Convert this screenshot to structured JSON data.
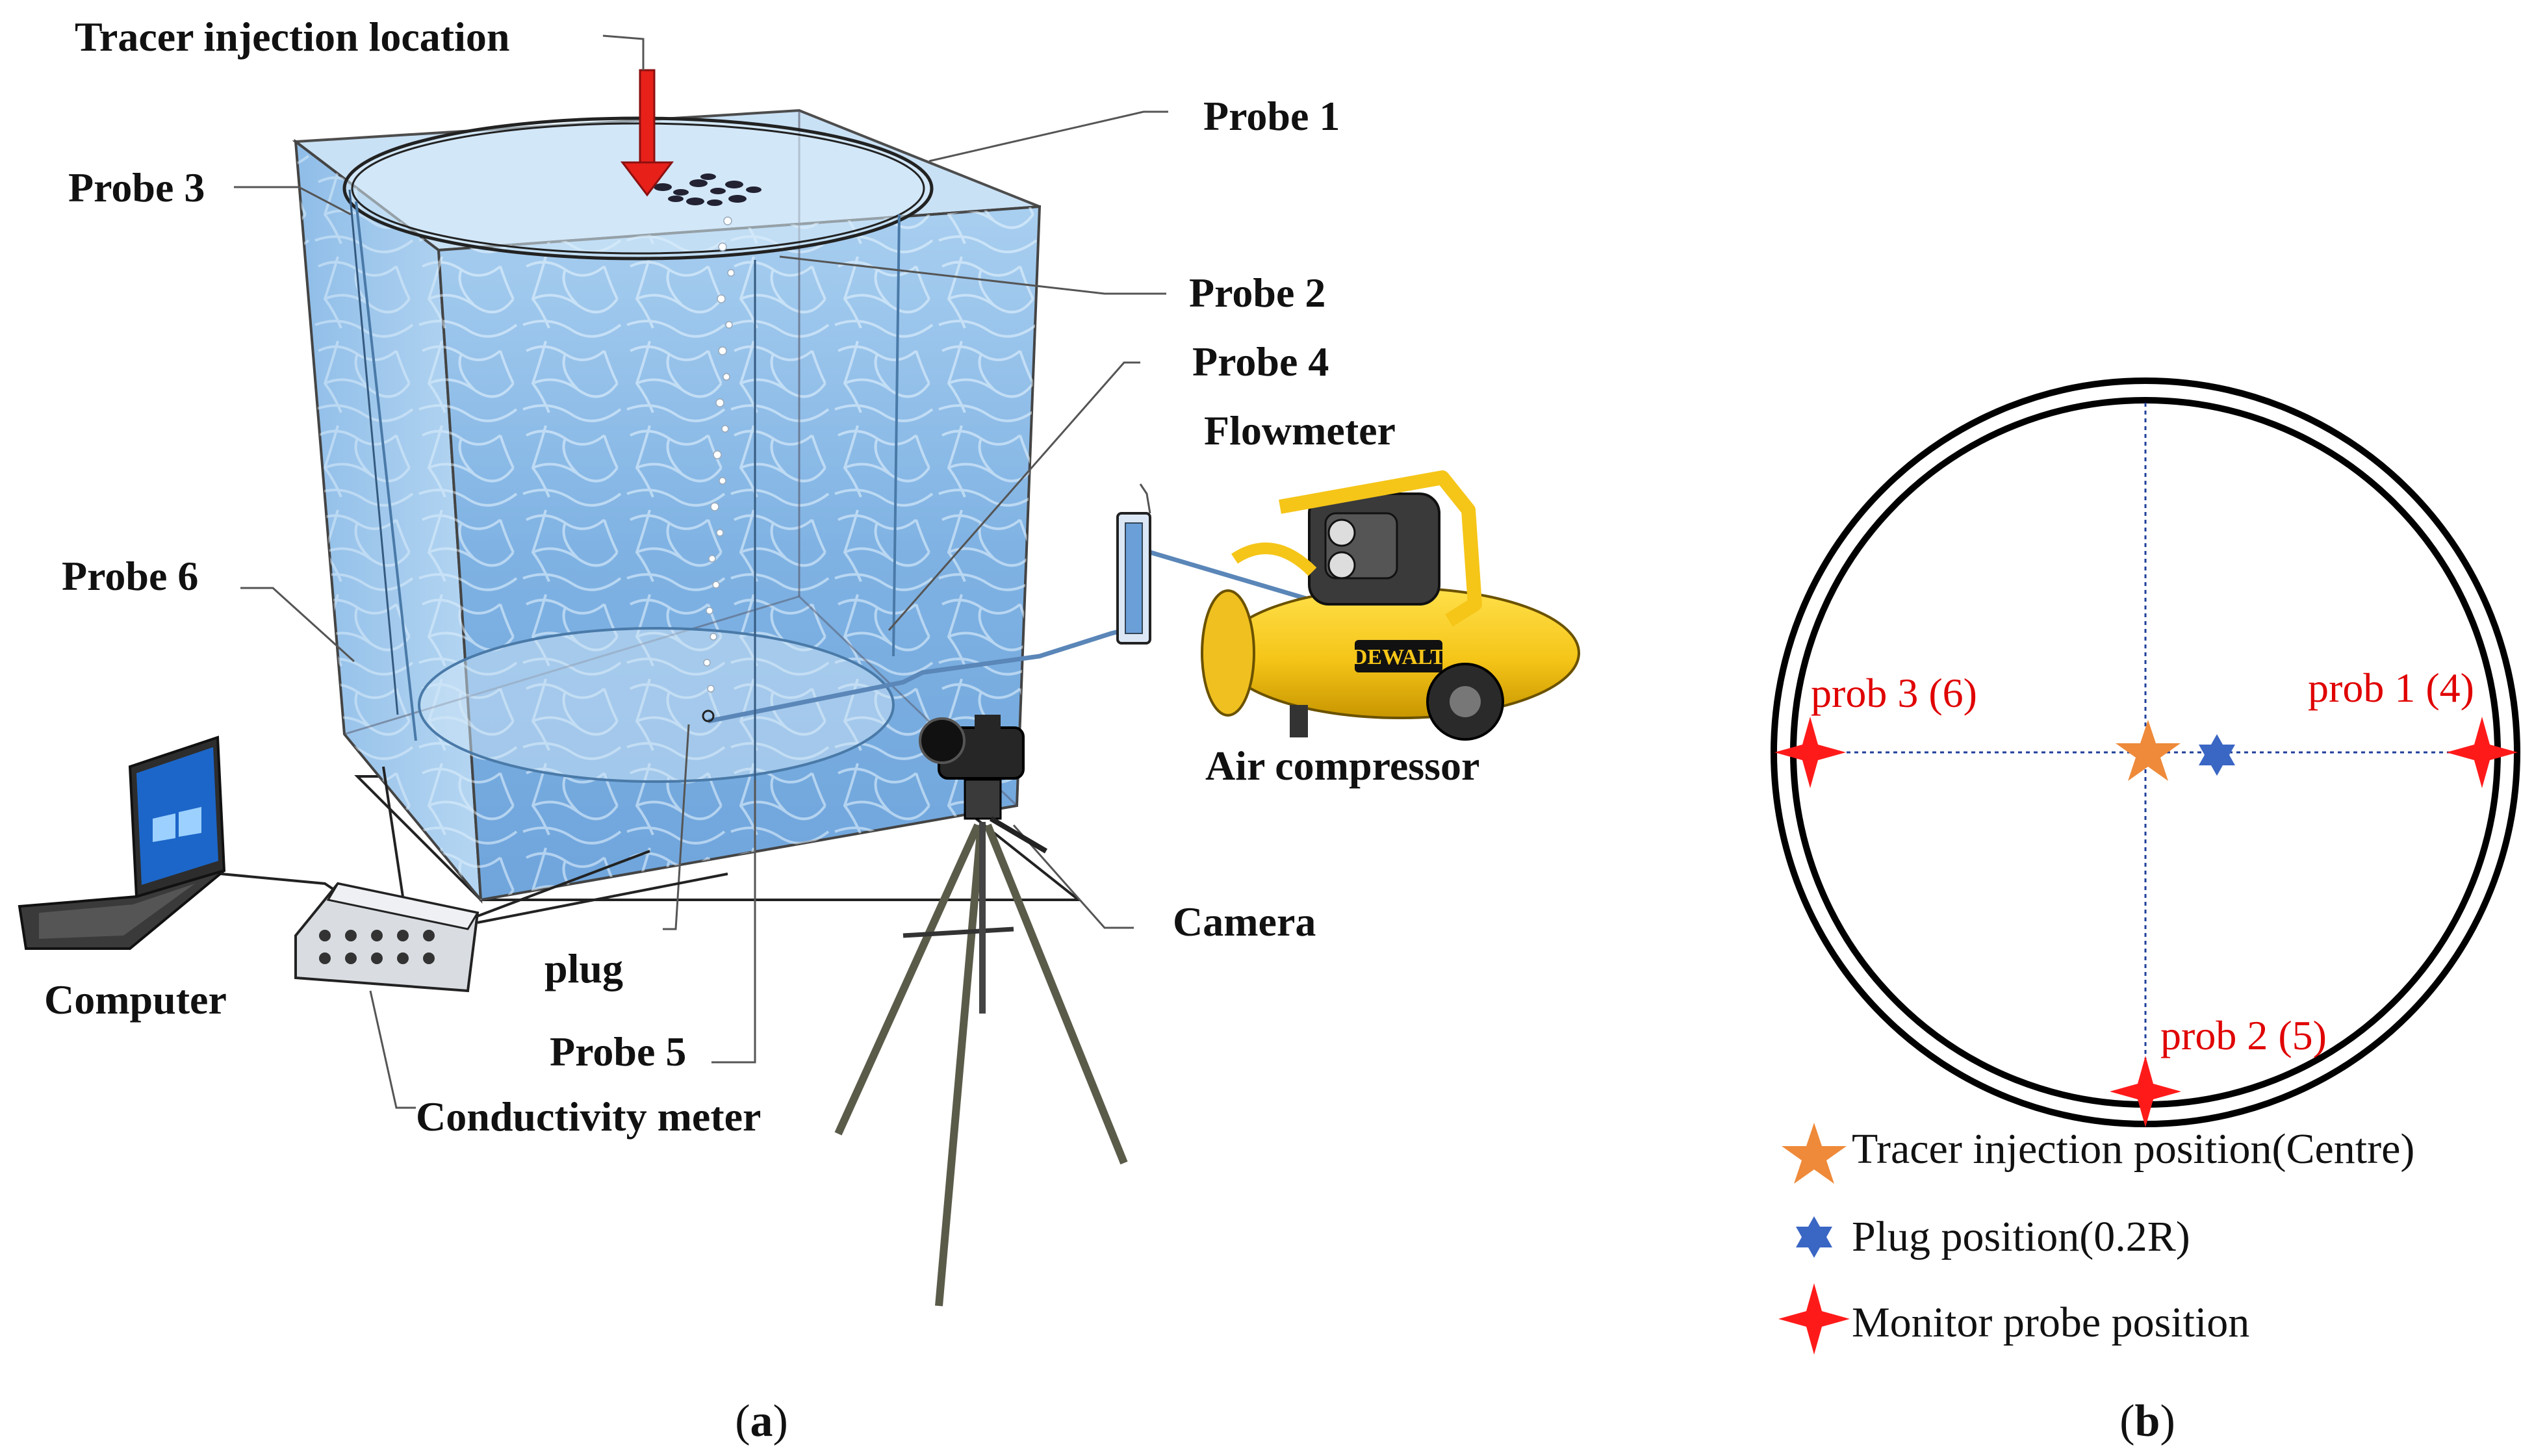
{
  "panel_a": {
    "caption": {
      "open": "(",
      "letter": "a",
      "close": ")"
    },
    "labels": {
      "tracer_injection": "Tracer injection location",
      "probe1": "Probe 1",
      "probe2": "Probe 2",
      "probe3": "Probe 3",
      "probe4": "Probe 4",
      "probe5": "Probe 5",
      "probe6": "Probe 6",
      "flowmeter": "Flowmeter",
      "air_compressor": "Air compressor",
      "camera": "Camera",
      "plug": "plug",
      "computer": "Computer",
      "conductivity_meter": "Conductivity meter",
      "brand": "DEWALT"
    }
  },
  "panel_b": {
    "caption": {
      "open": "(",
      "letter": "b",
      "close": ")"
    },
    "probe_labels": {
      "p1": "prob 1 (4)",
      "p2": "prob 2 (5)",
      "p3": "prob 3 (6)"
    },
    "legend": [
      {
        "symbol": "orange-star",
        "text": "Tracer injection position(Centre)"
      },
      {
        "symbol": "blue-hexagram",
        "text": "Plug position(0.2R)"
      },
      {
        "symbol": "red-four-point-star",
        "text": "Monitor probe position"
      }
    ]
  },
  "colors": {
    "tank_water": "#8ec0ec",
    "arrow": "#e8201a",
    "compressor": "#f5c518",
    "probe_marker": "#ff1a1a",
    "tracer_star": "#ee8a3a",
    "plug_star": "#3a66c4",
    "annotation_red": "#e00000"
  }
}
